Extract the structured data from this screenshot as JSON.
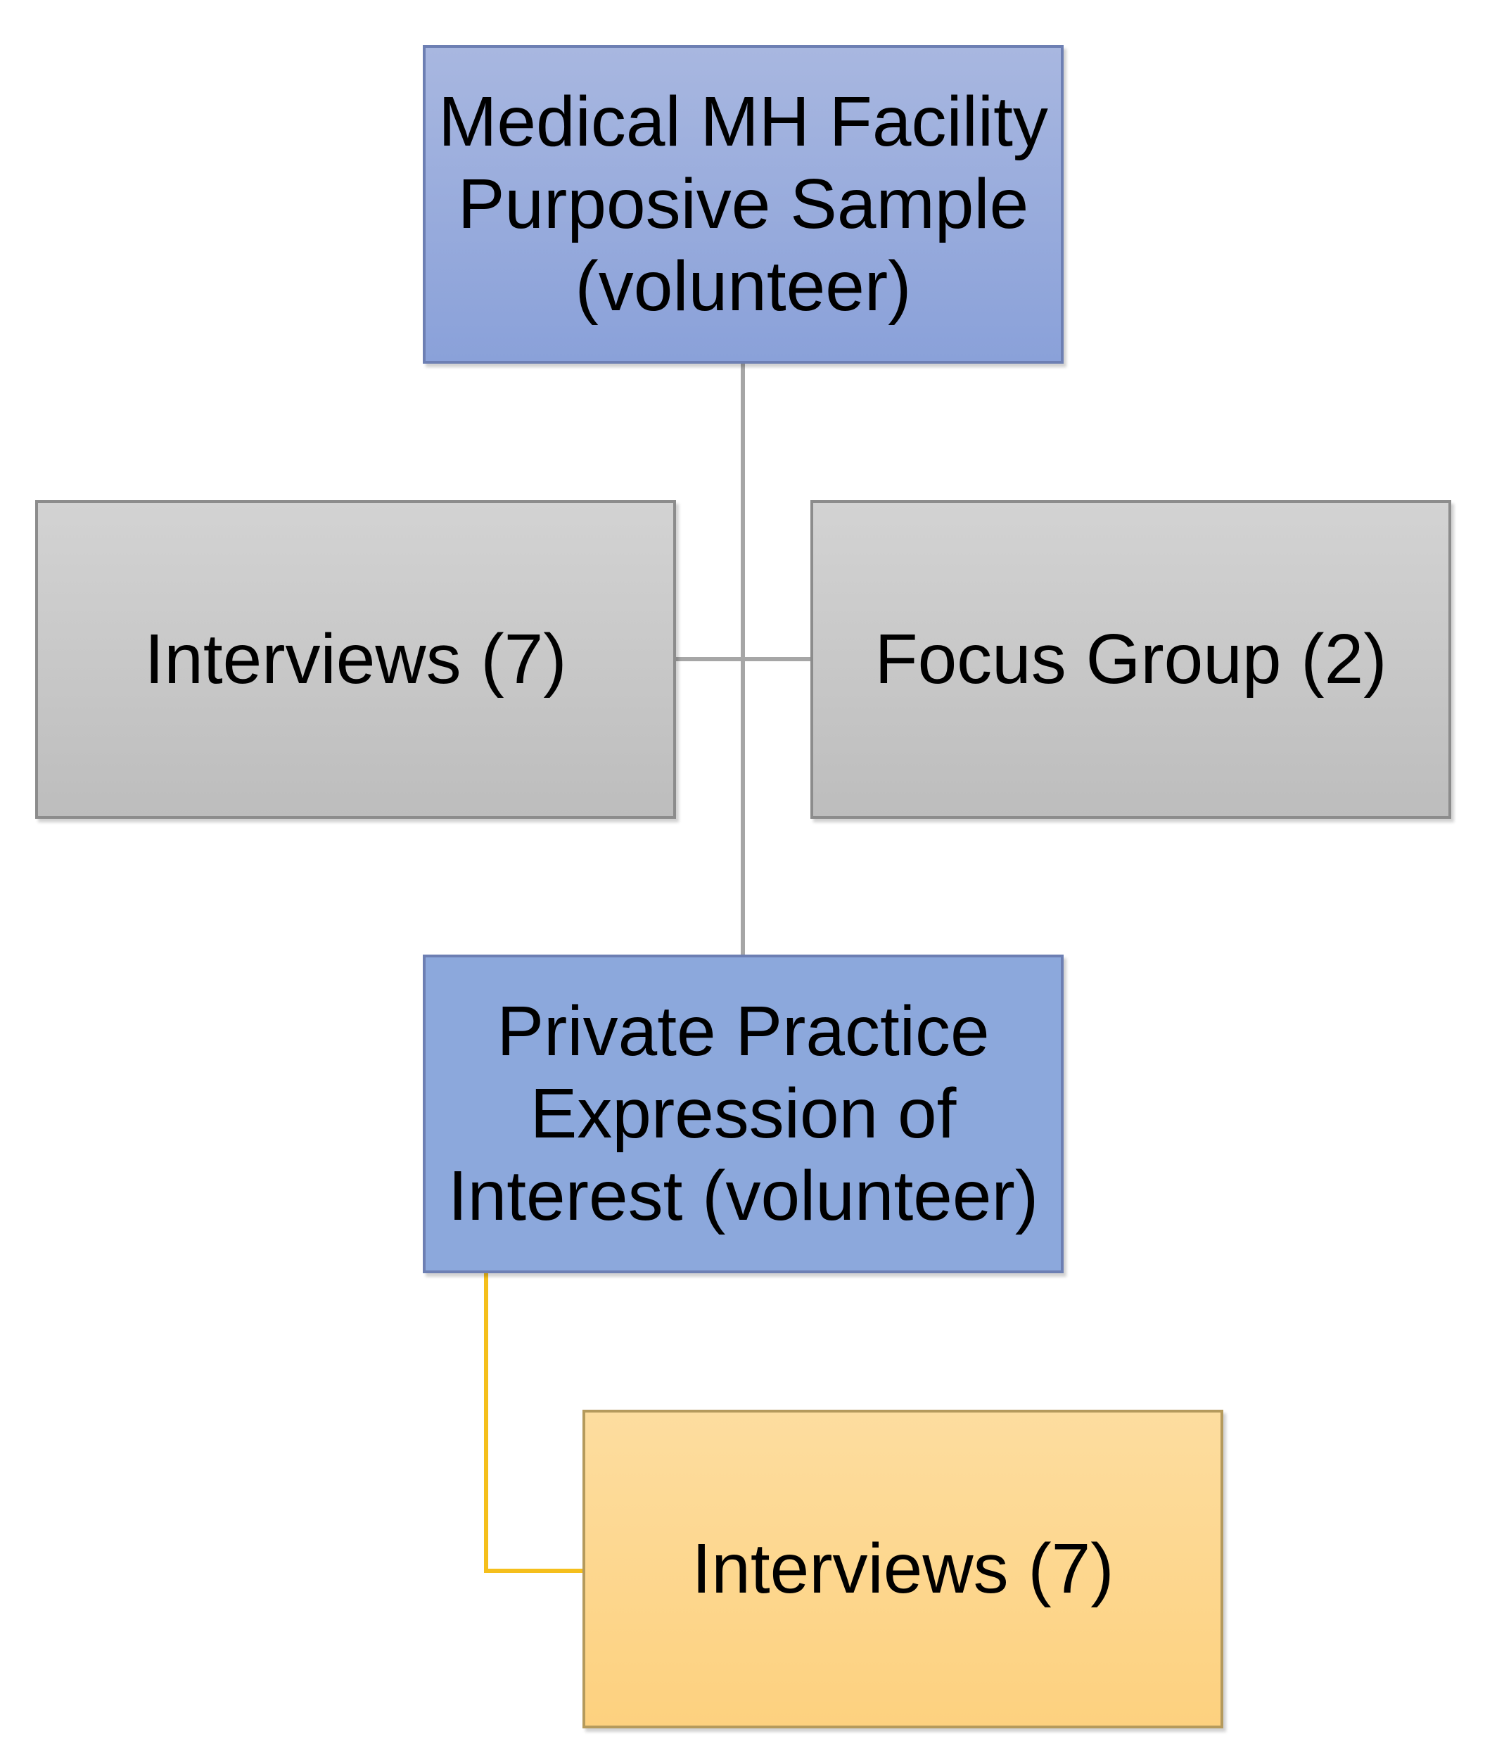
{
  "diagram": {
    "top_box": {
      "lines": [
        "Medical MH Facility",
        "Purposive Sample",
        "(volunteer)"
      ]
    },
    "left_box": {
      "label": "Interviews (7)"
    },
    "right_box": {
      "label": "Focus Group (2)"
    },
    "mid_box": {
      "lines": [
        "Private Practice",
        "Expression of",
        "Interest (volunteer)"
      ]
    },
    "bottom_box": {
      "label": "Interviews (7)"
    },
    "colors": {
      "top_box_fill": "#9aaede",
      "grey_box_fill": "#c8c8c8",
      "mid_box_fill": "#8ca8dc",
      "bottom_box_fill": "#fdd78f",
      "grey_connector": "#a6a6a6",
      "gold_connector": "#f5bf1c"
    }
  }
}
